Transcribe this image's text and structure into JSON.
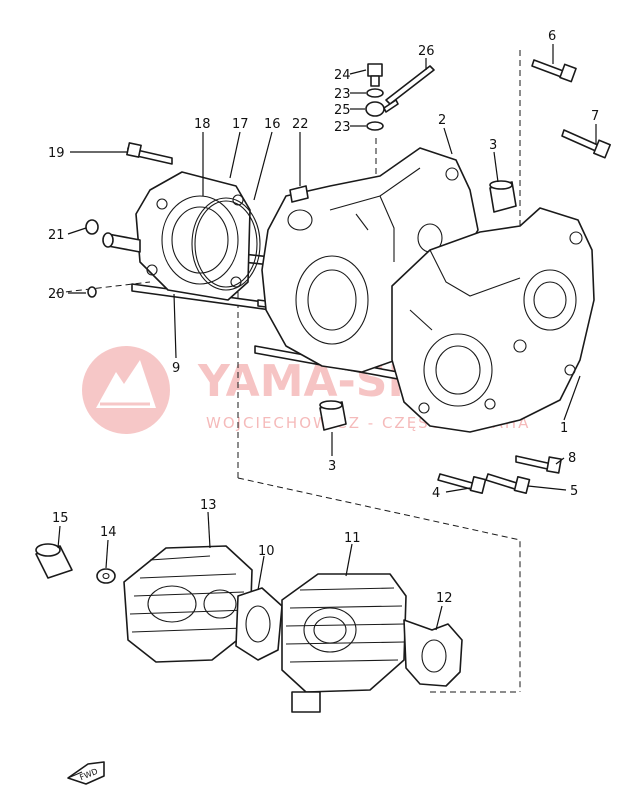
{
  "diagram": {
    "callouts": [
      {
        "id": "c26",
        "label": "26"
      },
      {
        "id": "c24",
        "label": "24"
      },
      {
        "id": "c23a",
        "label": "23"
      },
      {
        "id": "c25",
        "label": "25"
      },
      {
        "id": "c23b",
        "label": "23"
      },
      {
        "id": "c6",
        "label": "6"
      },
      {
        "id": "c7",
        "label": "7"
      },
      {
        "id": "c18",
        "label": "18"
      },
      {
        "id": "c17",
        "label": "17"
      },
      {
        "id": "c16",
        "label": "16"
      },
      {
        "id": "c22",
        "label": "22"
      },
      {
        "id": "c2",
        "label": "2"
      },
      {
        "id": "c3a",
        "label": "3"
      },
      {
        "id": "c19",
        "label": "19"
      },
      {
        "id": "c1",
        "label": "1"
      },
      {
        "id": "c21",
        "label": "21"
      },
      {
        "id": "c20",
        "label": "20"
      },
      {
        "id": "c9",
        "label": "9"
      },
      {
        "id": "c3b",
        "label": "3"
      },
      {
        "id": "c8",
        "label": "8"
      },
      {
        "id": "c4",
        "label": "4"
      },
      {
        "id": "c5",
        "label": "5"
      },
      {
        "id": "c15",
        "label": "15"
      },
      {
        "id": "c14",
        "label": "14"
      },
      {
        "id": "c13",
        "label": "13"
      },
      {
        "id": "c10",
        "label": "10"
      },
      {
        "id": "c11",
        "label": "11"
      },
      {
        "id": "c12",
        "label": "12"
      }
    ],
    "direction_mark": {
      "label": "FWD"
    }
  },
  "watermark": {
    "line1": "YAMA-SKLEP",
    "line2": "WOJCIECHOWICZ - CZĘŚCI YAMAHA",
    "color": "#e23a3a"
  }
}
